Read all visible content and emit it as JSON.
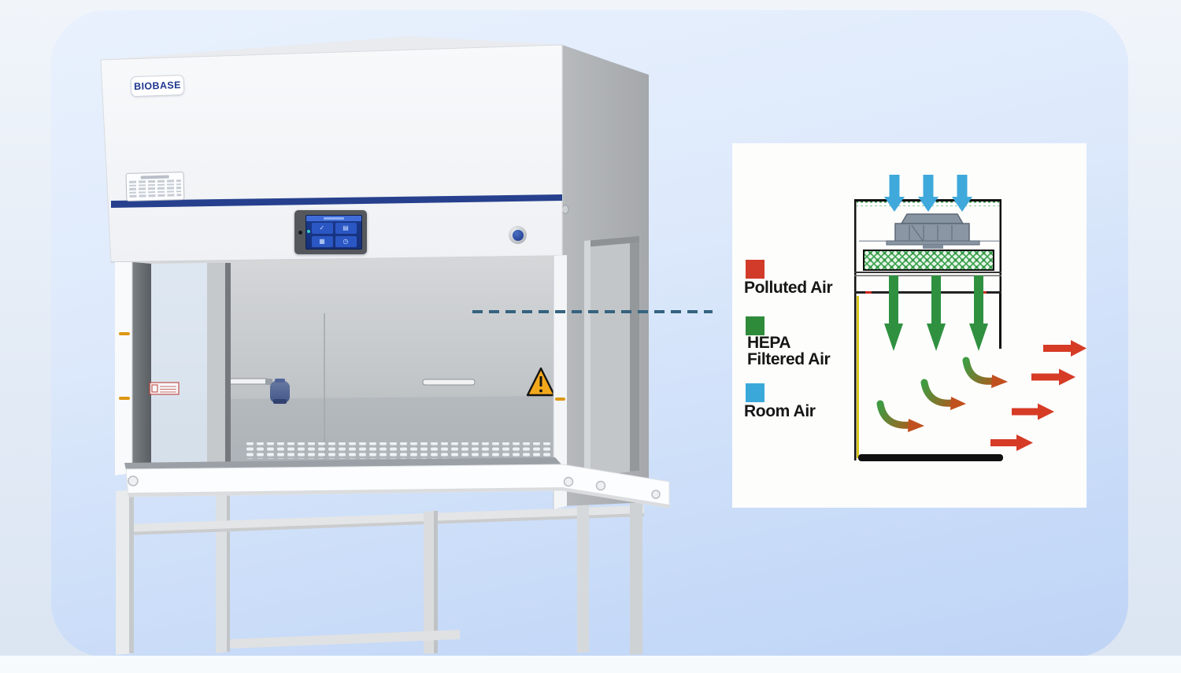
{
  "device": {
    "logo": "BIOBASE",
    "type_label": "vertical-laminar-flow-cabinet",
    "screen": {
      "tile_icons": [
        "✓",
        "▤",
        "▦",
        "◷"
      ]
    }
  },
  "legend": {
    "items": [
      {
        "label": "Polluted Air",
        "color": "#d23b2a"
      },
      {
        "label": "HEPA Filtered Air",
        "line1": "HEPA",
        "line2": "Filtered Air",
        "color": "#2e8b3a"
      },
      {
        "label": "Room Air",
        "color": "#3aa9da"
      }
    ]
  },
  "diagram": {
    "flows": [
      {
        "name": "room-air-inflow",
        "color": "#3fa9dc",
        "direction": "down",
        "count": 3
      },
      {
        "name": "hepa-filtered-downflow",
        "color": "#2f9140",
        "direction": "down",
        "count": 3
      },
      {
        "name": "polluted-air-exhaust",
        "color": "#d63b26",
        "direction": "right",
        "count": 4
      },
      {
        "name": "transition-curved-arrows",
        "color_start": "#3f9b42",
        "color_end": "#b05a1c",
        "count": 3
      }
    ],
    "accent_yellow_line": "#d8c81e"
  }
}
